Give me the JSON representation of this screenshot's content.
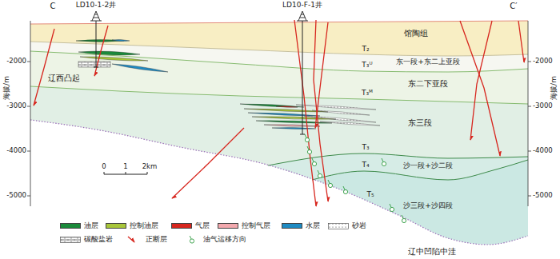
{
  "diagram": {
    "labels": [
      "C",
      "C′",
      "LD10-1-2井",
      "LD10-F-1井",
      "馆陶组",
      "T₂",
      "东一段+东二上亚段",
      "T₃ᵁ",
      "东二下亚段",
      "T₃ᴹ",
      "东三段",
      "T₃",
      "沙一段+沙二段",
      "T₄",
      "沙三段+沙四段",
      "T₅",
      "辽西凸起",
      "辽中凹陷中洼",
      "海拔/m",
      "海拔/m",
      "-2000",
      "-3000",
      "-4000",
      "-5000",
      "-2000",
      "-3000",
      "-4000",
      "-5000",
      "0",
      "1",
      "2km"
    ],
    "legend": [
      {
        "text": "油层",
        "color": "#1a8a3a"
      },
      {
        "text": "控制油层",
        "color": "#a8c63a"
      },
      {
        "text": "气层",
        "color": "#d7261e"
      },
      {
        "text": "控制气层",
        "color": "#f3a9ae"
      },
      {
        "text": "水层",
        "color": "#1e8bc3"
      },
      {
        "text": "砂岩"
      },
      {
        "text": "碳酸盐岩"
      },
      {
        "text": "正断层"
      },
      {
        "text": "油气运移方向"
      }
    ]
  }
}
